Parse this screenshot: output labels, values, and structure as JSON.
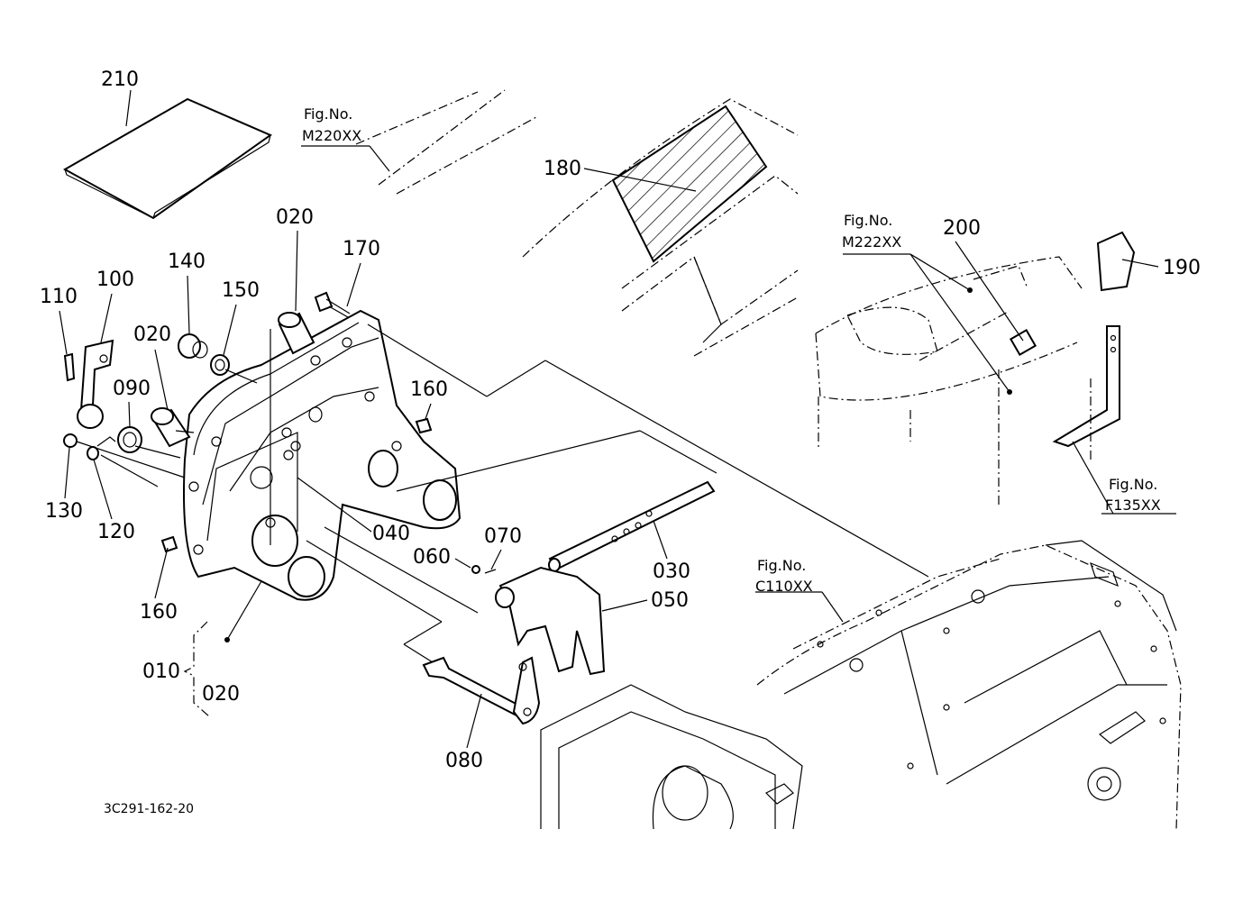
{
  "labels": {
    "p210": "210",
    "p180": "180",
    "p020a": "020",
    "p170": "170",
    "p140": "140",
    "p150": "150",
    "p110": "110",
    "p100": "100",
    "p020b": "020",
    "p090": "090",
    "p160a": "160",
    "p130": "130",
    "p120": "120",
    "p040": "040",
    "p070": "070",
    "p060": "060",
    "p030": "030",
    "p050": "050",
    "p160b": "160",
    "p010": "010",
    "p020c": "020",
    "p080": "080",
    "p200": "200",
    "p190": "190"
  },
  "fig_refs": {
    "m220": {
      "title": "Fig.No.",
      "code": "M220XX"
    },
    "m222": {
      "title": "Fig.No.",
      "code": "M222XX"
    },
    "f135": {
      "title": "Fig.No.",
      "code": "F135XX"
    },
    "c110": {
      "title": "Fig.No.",
      "code": "C110XX"
    }
  },
  "drawing_code": "3C291-162-20"
}
